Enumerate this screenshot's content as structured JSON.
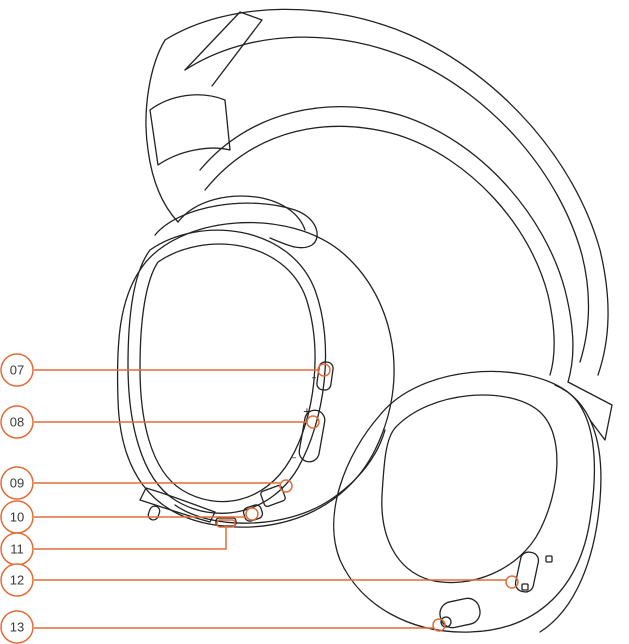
{
  "colors": {
    "outline": "#222222",
    "callout": "#e06d3a",
    "background": "#ffffff"
  },
  "callouts": [
    {
      "label": "07"
    },
    {
      "label": "08"
    },
    {
      "label": "09"
    },
    {
      "label": "10"
    },
    {
      "label": "11"
    },
    {
      "label": "12"
    },
    {
      "label": "13"
    }
  ],
  "marks": {
    "minus_top": "–",
    "plus": "+",
    "minus_bottom": "–"
  }
}
